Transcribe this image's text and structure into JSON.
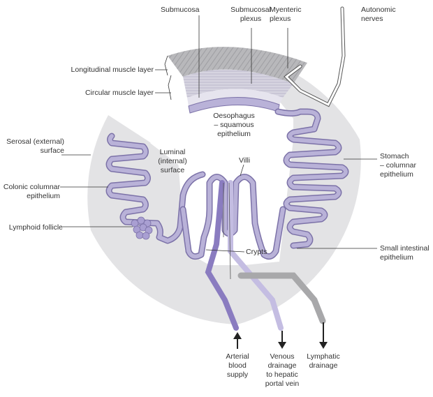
{
  "labels": {
    "submucosa": "Submucosa",
    "submucosal_plexus": "Submucosal\nplexus",
    "myenteric_plexus": "Myenteric\nplexus",
    "autonomic_nerves": "Autonomic\nnerves",
    "longitudinal_muscle": "Longitudinal muscle layer",
    "circular_muscle": "Circular muscle layer",
    "oesophagus": "Oesophagus\n– squamous\nepithelium",
    "serosal_surface": "Serosal (external)\nsurface",
    "luminal_surface": "Luminal\n(internal)\nsurface",
    "villi": "Villi",
    "stomach": "Stomach\n– columnar\nepithelium",
    "colonic_epithelium": "Colonic columnar\nepithelium",
    "lymphoid_follicle": "Lymphoid follicle",
    "crypts": "Crypts",
    "small_intestinal": "Small intestinal\nepithelium",
    "arterial": "Arterial\nblood\nsupply",
    "venous": "Venous\ndrainage\nto hepatic\nportal vein",
    "lymphatic": "Lymphatic\ndrainage"
  },
  "colors": {
    "wall": "#e2e2e4",
    "epithelium": "#b9b2d8",
    "epithelium_edge": "#7c72a8",
    "muscle": "#c9c9cc",
    "artery": "#8a7cc0",
    "vein": "#c4bde2",
    "lymph": "#a8a8aa",
    "line": "#333333"
  }
}
